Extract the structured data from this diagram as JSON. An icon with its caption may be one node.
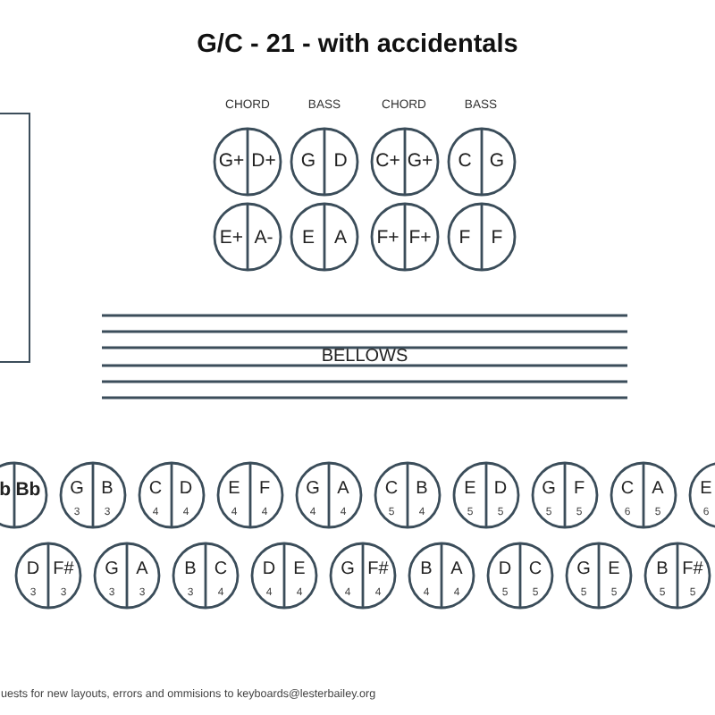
{
  "diagram": {
    "title": "G/C - 21 - with accidentals",
    "nodes": [
      {
        "text": [],
        "shape": "box"
      },
      {
        "text": [
          "G+",
          "D+"
        ]
      },
      {
        "text": [
          "G",
          "D"
        ]
      },
      {
        "text": [
          "C+",
          "G+"
        ]
      },
      {
        "text": [
          "C",
          "G"
        ]
      },
      {
        "text": [
          "E+",
          "A-"
        ]
      },
      {
        "text": [
          "E",
          "A"
        ]
      },
      {
        "text": [
          "F+",
          "F+"
        ]
      },
      {
        "text": [
          "F",
          "F"
        ]
      },
      {
        "text": [
          "BELLOWS"
        ]
      },
      {
        "text": [
          "b",
          "Bb"
        ]
      },
      {
        "text": [
          "G",
          "B",
          "3",
          "3"
        ]
      },
      {
        "text": [
          "C",
          "D",
          "4",
          "4"
        ]
      },
      {
        "text": [
          "E",
          "F",
          "4",
          "4"
        ]
      },
      {
        "text": [
          "G",
          "A",
          "4",
          "4"
        ]
      },
      {
        "text": [
          "C",
          "B",
          "5",
          "4"
        ]
      },
      {
        "text": [
          "E",
          "D",
          "5",
          "5"
        ]
      },
      {
        "text": [
          "G",
          "F",
          "5",
          "5"
        ]
      },
      {
        "text": [
          "C",
          "A",
          "6",
          "5"
        ]
      },
      {
        "text": [
          "E",
          "6"
        ]
      },
      {
        "text": [
          "D",
          "F#",
          "3",
          "3"
        ]
      },
      {
        "text": [
          "G",
          "A",
          "3",
          "3"
        ]
      },
      {
        "text": [
          "B",
          "C",
          "3",
          "4"
        ]
      },
      {
        "text": [
          "D",
          "E",
          "4",
          "4"
        ]
      },
      {
        "text": [
          "G",
          "F#",
          "4",
          "4"
        ]
      },
      {
        "text": [
          "B",
          "A",
          "4",
          "4"
        ]
      },
      {
        "text": [
          "D",
          "C",
          "5",
          "5"
        ]
      },
      {
        "text": [
          "G",
          "E",
          "5",
          "5"
        ]
      },
      {
        "text": [
          "B",
          "F#",
          "5",
          "5"
        ]
      }
    ],
    "labels": [
      "CHORD",
      "BASS",
      "CHORD",
      "BASS",
      "uests for new layouts, errors and ommisions to keyboards@lesterbailey.org"
    ]
  }
}
